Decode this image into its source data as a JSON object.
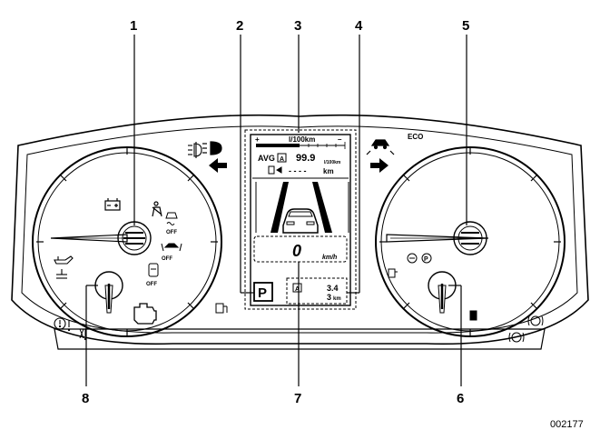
{
  "callouts": [
    "1",
    "2",
    "3",
    "4",
    "5",
    "6",
    "7",
    "8"
  ],
  "figure_id": "002177",
  "display": {
    "fuel_unit": "l/100km",
    "scale_plus": "+",
    "scale_minus": "–",
    "avg_label": "AVG",
    "trip_badge": "A",
    "avg_value": "99.9",
    "avg_unit_small": "l/100km",
    "range_dashes": "- - - -",
    "range_unit": "km",
    "speed_value": "0",
    "speed_unit": "km/h",
    "gear": "P",
    "trip_badge_lower": "A",
    "trip_value_1": "3.4",
    "trip_value_2": "3",
    "trip_unit": "km"
  },
  "telltales": {
    "off_label_1": "OFF",
    "off_label_2": "OFF",
    "off_label_3": "OFF",
    "eco_label": "ECO",
    "p_label": "P"
  }
}
